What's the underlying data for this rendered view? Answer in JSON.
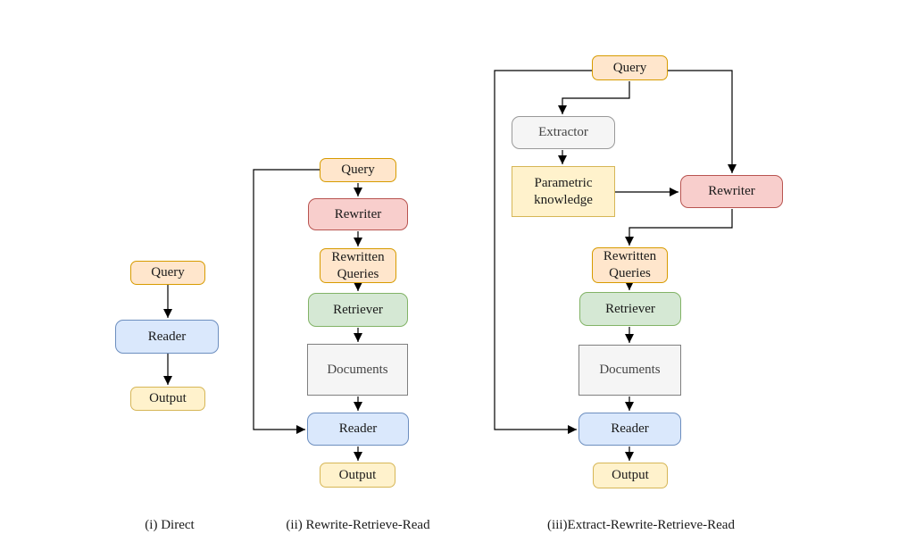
{
  "labels": {
    "query": "Query",
    "reader": "Reader",
    "output": "Output",
    "rewriter": "Rewriter",
    "rewritten_queries": "Rewritten Queries",
    "retriever": "Retriever",
    "documents": "Documents",
    "extractor": "Extractor",
    "parametric_knowledge": "Parametric knowledge"
  },
  "captions": {
    "direct": "(i) Direct",
    "rewrite_retrieve_read": "(ii) Rewrite-Retrieve-Read",
    "extract_rewrite_retrieve_read": "(iii)Extract-Rewrite-Retrieve-Read"
  },
  "colors": {
    "query_fill": "#FFE6CC",
    "query_stroke": "#D79B00",
    "rewriter_fill": "#F8CECC",
    "rewriter_stroke": "#B85450",
    "retriever_fill": "#D5E8D4",
    "retriever_stroke": "#82B366",
    "reader_fill": "#DAE8FC",
    "reader_stroke": "#6C8EBF",
    "output_fill": "#FFF2CC",
    "output_stroke": "#D6B656",
    "gray_fill": "#F5F5F5",
    "gray_stroke": "#999999",
    "connector": "#000000"
  }
}
